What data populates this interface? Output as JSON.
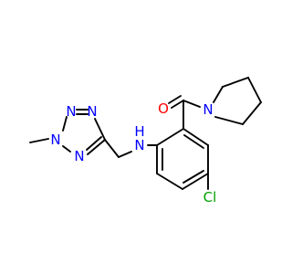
{
  "molecule": {
    "atoms": {
      "O": "O",
      "N_amide": "N",
      "N_amine": "N",
      "H_amine": "H",
      "Cl": "Cl",
      "N_tz1": "N",
      "N_tz2": "N",
      "N_tz3": "N",
      "N_tz4": "N"
    },
    "colors": {
      "nitrogen": "#0000ff",
      "oxygen": "#ff0000",
      "chlorine": "#00a000",
      "carbon": "#000000"
    }
  }
}
